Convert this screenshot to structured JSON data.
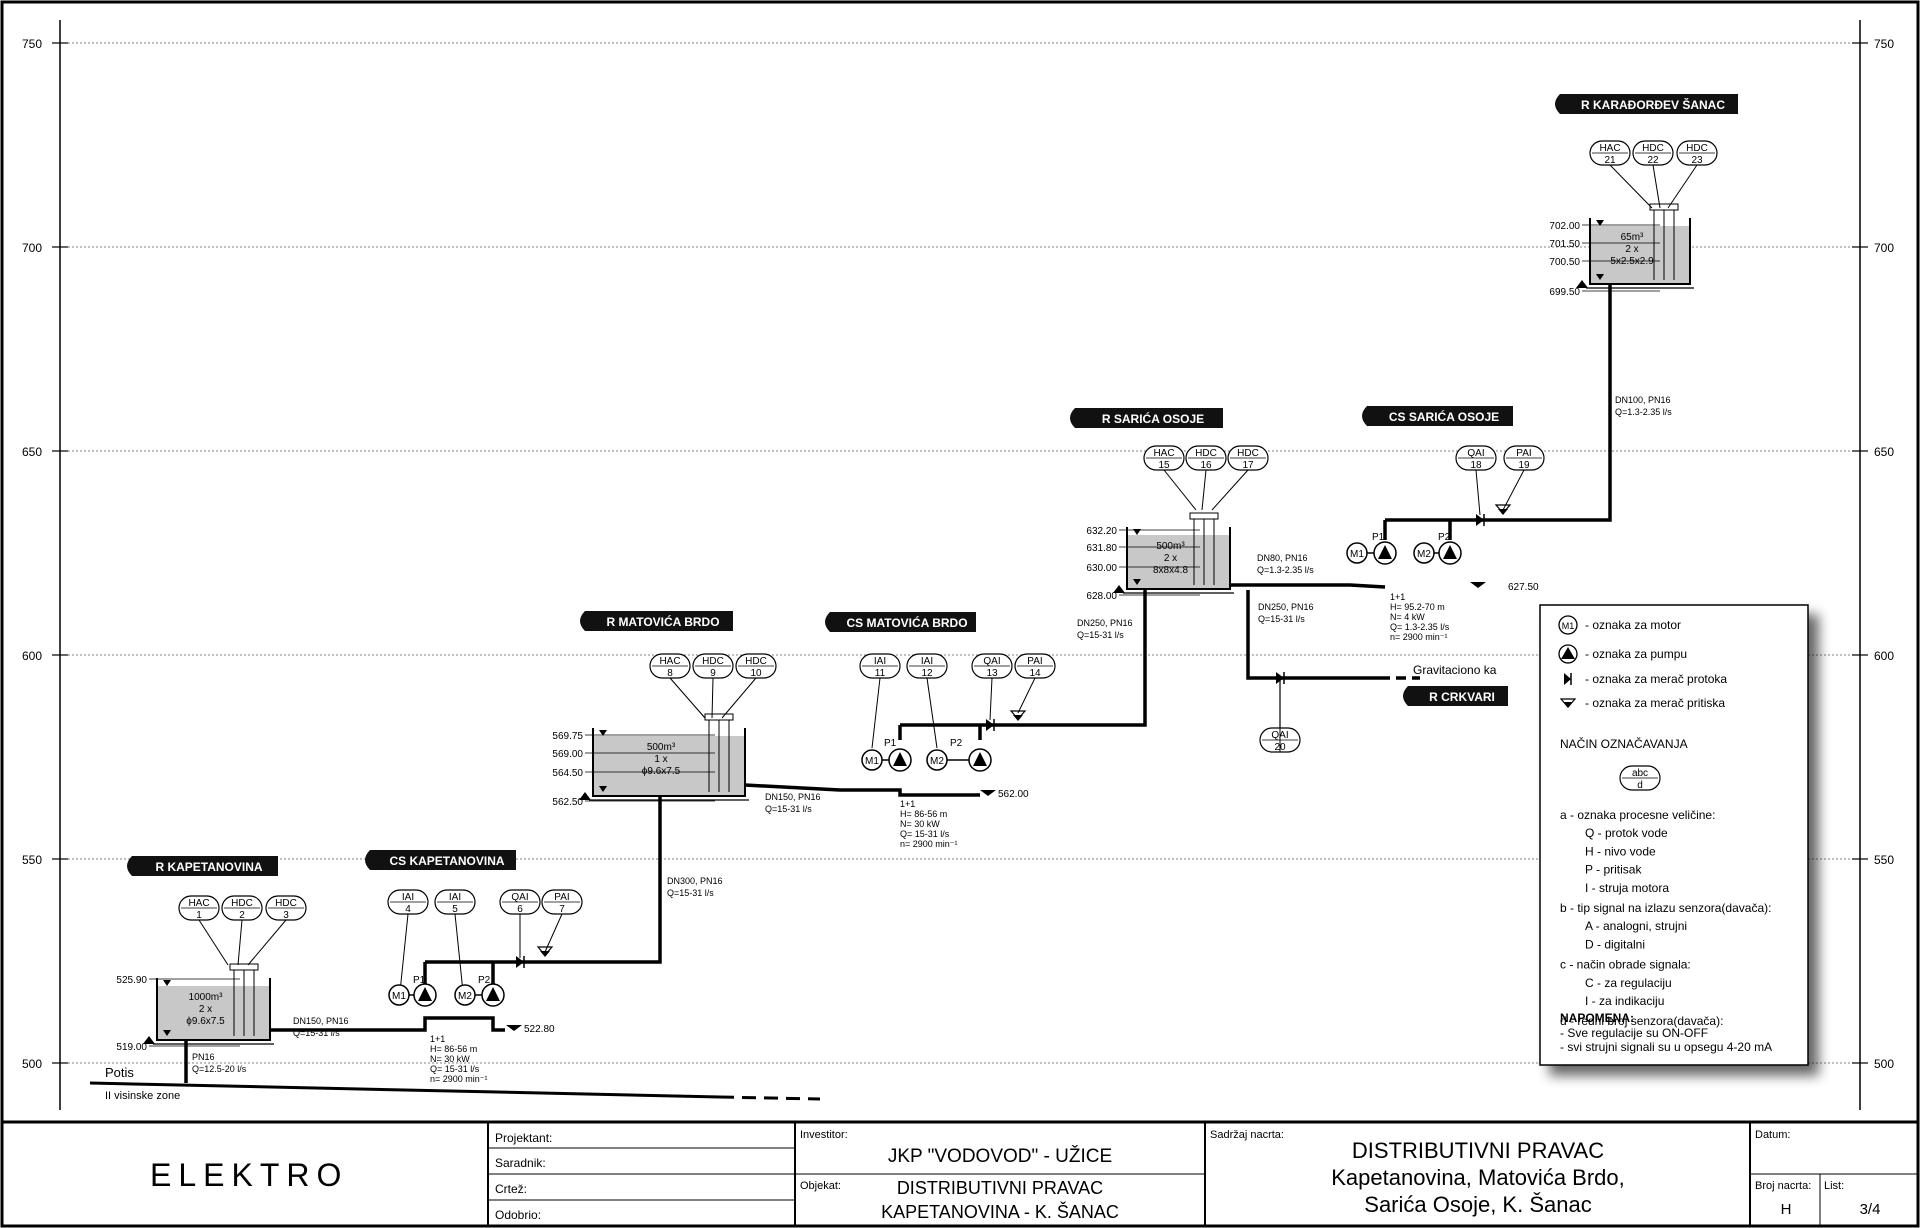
{
  "axis": {
    "ticks": [
      {
        "label": "750",
        "value": 750
      },
      {
        "label": "700",
        "value": 700
      },
      {
        "label": "650",
        "value": 650
      },
      {
        "label": "600",
        "value": 600
      },
      {
        "label": "550",
        "value": 550
      },
      {
        "label": "500",
        "value": 500
      }
    ]
  },
  "banners": {
    "kapetanovina_r": "R KAPETANOVINA",
    "kapetanovina_cs": "CS KAPETANOVINA",
    "matovica_r": "R MATOVIĆA BRDO",
    "matovica_cs": "CS MATOVIĆA BRDO",
    "sarica_r": "R SARIĆA OSOJE",
    "sarica_cs": "CS SARIĆA OSOJE",
    "karadjordjev_r": "R KARAĐORĐEV ŠANAC",
    "crkvari_r": "R CRKVARI"
  },
  "sensors": {
    "s1": {
      "code": "HAC",
      "num": "1"
    },
    "s2": {
      "code": "HDC",
      "num": "2"
    },
    "s3": {
      "code": "HDC",
      "num": "3"
    },
    "s4": {
      "code": "IAI",
      "num": "4"
    },
    "s5": {
      "code": "IAI",
      "num": "5"
    },
    "s6": {
      "code": "QAI",
      "num": "6"
    },
    "s7": {
      "code": "PAI",
      "num": "7"
    },
    "s8": {
      "code": "HAC",
      "num": "8"
    },
    "s9": {
      "code": "HDC",
      "num": "9"
    },
    "s10": {
      "code": "HDC",
      "num": "10"
    },
    "s11": {
      "code": "IAI",
      "num": "11"
    },
    "s12": {
      "code": "IAI",
      "num": "12"
    },
    "s13": {
      "code": "QAI",
      "num": "13"
    },
    "s14": {
      "code": "PAI",
      "num": "14"
    },
    "s15": {
      "code": "HAC",
      "num": "15"
    },
    "s16": {
      "code": "HDC",
      "num": "16"
    },
    "s17": {
      "code": "HDC",
      "num": "17"
    },
    "s18": {
      "code": "QAI",
      "num": "18"
    },
    "s19": {
      "code": "PAI",
      "num": "19"
    },
    "s20": {
      "code": "QAI",
      "num": "20"
    },
    "s21": {
      "code": "HAC",
      "num": "21"
    },
    "s22": {
      "code": "HDC",
      "num": "22"
    },
    "s23": {
      "code": "HDC",
      "num": "23"
    }
  },
  "tanks": {
    "kap": {
      "levels": [
        "525.90",
        "519.00"
      ],
      "volume": "1000m³",
      "count": "2 x",
      "dims": "ϕ9.6x7.5"
    },
    "mat": {
      "levels": [
        "569.75",
        "569.00",
        "564.50",
        "562.50"
      ],
      "volume": "500m³",
      "count": "1 x",
      "dims": "ϕ9.6x7.5"
    },
    "sar": {
      "levels": [
        "632.20",
        "631.80",
        "630.00",
        "628.00"
      ],
      "volume": "500m³",
      "count": "2 x",
      "dims": "8x8x4.8"
    },
    "kar": {
      "levels": [
        "702.00",
        "701.50",
        "700.50",
        "699.50"
      ],
      "volume": "65m³",
      "count": "2 x",
      "dims": "5x2.5x2.9"
    }
  },
  "pumps": {
    "motor1": "M1",
    "motor2": "M2",
    "pump1": "P1",
    "pump2": "P2"
  },
  "stations": {
    "kap_cs": {
      "level": "522.80",
      "spec": [
        "1+1",
        "H= 86-56 m",
        "N= 30 kW",
        "Q= 15-31 l/s",
        "n= 2900 min⁻¹"
      ]
    },
    "mat_cs": {
      "level": "562.00",
      "spec": [
        "1+1",
        "H= 86-56 m",
        "N= 30 kW",
        "Q= 15-31 l/s",
        "n= 2900 min⁻¹"
      ]
    },
    "sar_cs": {
      "level": "627.50",
      "spec": [
        "1+1",
        "H= 95.2-70 m",
        "N= 4 kW",
        "Q= 1.3-2.35 l/s",
        "n= 2900 min⁻¹"
      ]
    }
  },
  "pipes": {
    "p1": [
      "PN16",
      "Q=12.5-20 l/s"
    ],
    "p2": [
      "DN150, PN16",
      "Q=15-31 l/s"
    ],
    "p3": [
      "DN300, PN16",
      "Q=15-31 l/s"
    ],
    "p4": [
      "DN150, PN16",
      "Q=15-31 l/s"
    ],
    "p5": [
      "DN250, PN16",
      "Q=15-31 l/s"
    ],
    "p6": [
      "DN80, PN16",
      "Q=1.3-2.35 l/s"
    ],
    "p7": [
      "DN250, PN16",
      "Q=15-31 l/s"
    ],
    "p8": [
      "DN100, PN16",
      "Q=1.3-2.35 l/s"
    ]
  },
  "potis": {
    "label": "Potis",
    "zone": "II visinske zone"
  },
  "gravity": "Gravitaciono ka",
  "legend": {
    "items": [
      {
        "symbol": "M1",
        "text": "- oznaka za motor"
      },
      {
        "symbol": "pump",
        "text": "- oznaka za pumpu"
      },
      {
        "symbol": "flow",
        "text": "- oznaka za merač protoka"
      },
      {
        "symbol": "pressure",
        "text": "- oznaka za merač pritiska"
      }
    ],
    "method_title": "NAČIN OZNAČAVANJA",
    "method_top": "abc",
    "method_bottom": "d",
    "lines": [
      "a - oznaka procesne veličine:",
      "Q - protok vode",
      "H - nivo vode",
      "P - pritisak",
      "I - struja motora",
      "b - tip signal na izlazu senzora(davača):",
      "A - analogni, strujni",
      "D - digitalni",
      "c - način obrade signala:",
      "C - za regulaciju",
      "I - za indikaciju",
      "d - redni broj senzora(davača):"
    ],
    "note_title": "NAPOMENA:",
    "notes": [
      "- Sve regulacije su ON-OFF",
      "- svi strujni signali su u opsegu 4-20 mA"
    ]
  },
  "titleblock": {
    "company": "ELEKTRO",
    "projektant": "Projektant:",
    "saradnik": "Saradnik:",
    "crtez": "Crtež:",
    "odobrio": "Odobrio:",
    "investitor_label": "Investitor:",
    "investitor": "JKP \"VODOVOD\" - UŽICE",
    "objekat_label": "Objekat:",
    "objekat": [
      "DISTRIBUTIVNI PRAVAC",
      "KAPETANOVINA - K. ŠANAC"
    ],
    "sadrzaj_label": "Sadržaj nacrta:",
    "sadrzaj": [
      "DISTRIBUTIVNI PRAVAC",
      "Kapetanovina, Matovića Brdo,",
      "Sarića Osoje, K. Šanac"
    ],
    "datum_label": "Datum:",
    "broj_label": "Broj nacrta:",
    "broj": "H",
    "list_label": "List:",
    "list": "3/4"
  }
}
